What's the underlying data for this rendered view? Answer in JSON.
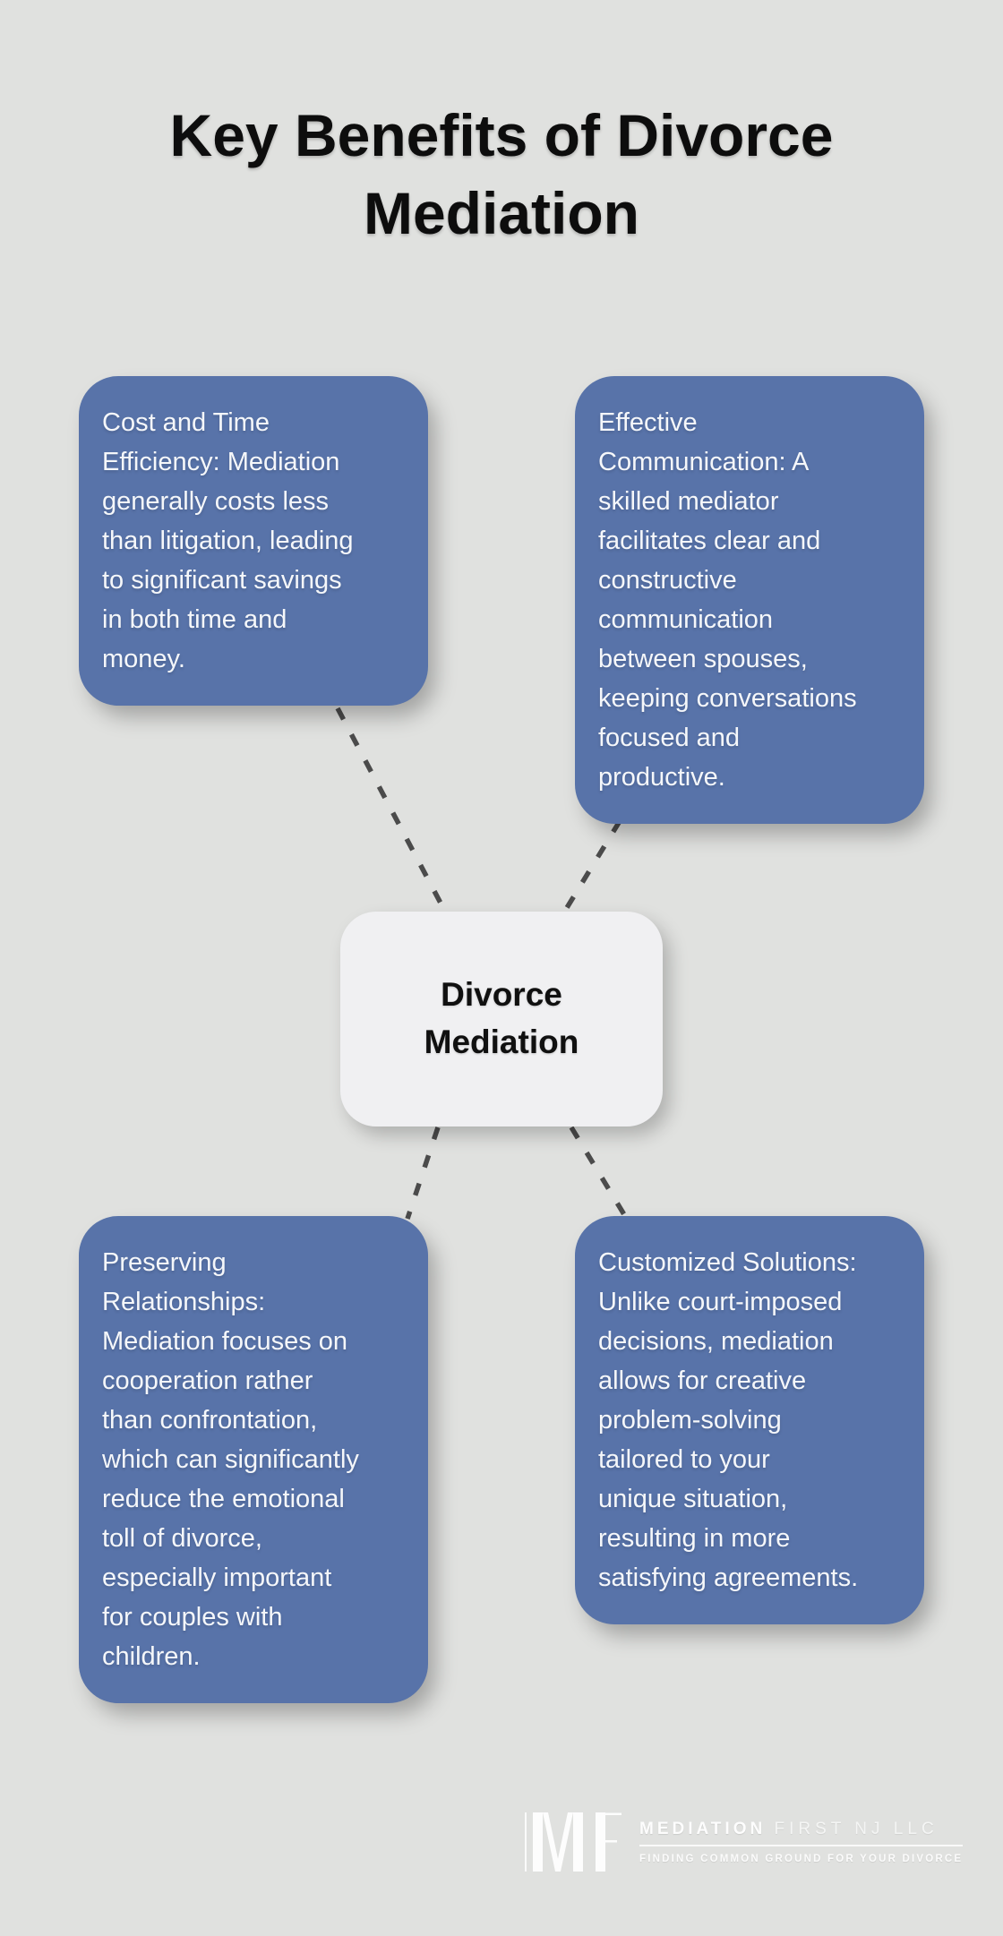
{
  "title": "Key Benefits of Divorce\nMediation",
  "center_node": {
    "label": "Divorce\nMediation"
  },
  "cards": [
    {
      "id": "cost-and-time-efficiency",
      "text": "Cost and Time\nEfficiency: Mediation\ngenerally costs less\nthan litigation, leading\nto significant savings\nin both time and\nmoney."
    },
    {
      "id": "effective-communication",
      "text": "Effective\nCommunication: A\nskilled mediator\nfacilitates clear and\nconstructive\ncommunication\nbetween spouses,\nkeeping conversations\nfocused and\nproductive."
    },
    {
      "id": "preserving-relationships",
      "text": "Preserving\nRelationships:\nMediation focuses on\ncooperation rather\nthan confrontation,\nwhich can significantly\nreduce the emotional\ntoll of divorce,\nespecially important\nfor couples with\nchildren."
    },
    {
      "id": "customized-solutions",
      "text": "Customized Solutions:\nUnlike court-imposed\ndecisions, mediation\nallows for creative\nproblem-solving\ntailored to your\nunique situation,\nresulting in more\nsatisfying agreements."
    }
  ],
  "logo": {
    "monogram": "MF",
    "name_bold": "MEDIATION",
    "name_light": "FIRST NJ LLC",
    "tagline": "FINDING COMMON GROUND FOR YOUR DIVORCE"
  },
  "colors": {
    "background": "#e0e1df",
    "card_blue": "#5873a9",
    "card_text": "#f5f7fa",
    "center_node_bg": "#f0f0f2",
    "title_text": "#0d0d0d",
    "connector_line": "#4b4b4b",
    "logo_text": "#fdfdfd"
  }
}
